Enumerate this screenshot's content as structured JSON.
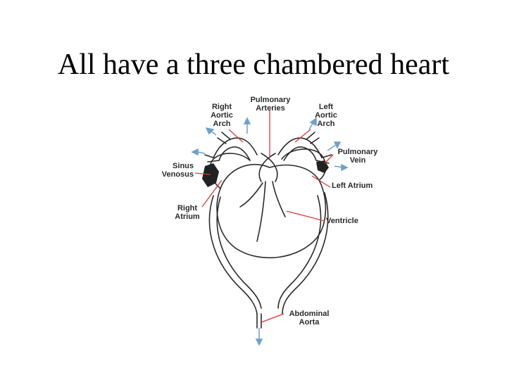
{
  "slide": {
    "title": "All have a three chambered heart"
  },
  "diagram": {
    "labels": {
      "right_aortic_arch": "Right\nAortic\nArch",
      "pulmonary_arteries": "Pulmonary\nArteries",
      "left_aortic_arch": "Left\nAortic\nArch",
      "pulmonary_vein": "Pulmonary\nVein",
      "sinus_venosus": "Sinus\nVenosus",
      "left_atrium": "Left Atrium",
      "right_atrium": "Right\nAtrium",
      "ventricle": "Ventricle",
      "abdominal_aorta": "Abdominal\nAorta"
    },
    "colors": {
      "leader": "#d83a3a",
      "arrow": "#6fa0cc",
      "outline": "#2a2a2a"
    }
  }
}
